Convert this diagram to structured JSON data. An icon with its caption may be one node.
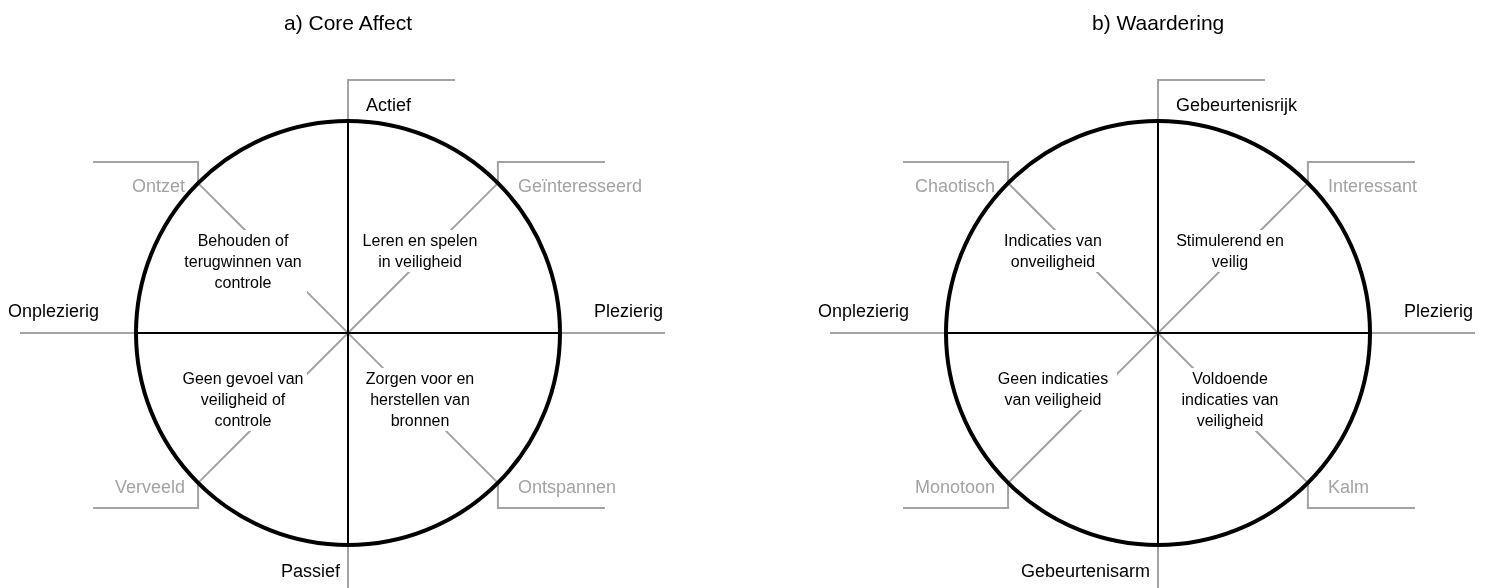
{
  "diagram": {
    "labels": [
      "a) Core Affect",
      "Actief",
      "Ontzet",
      "Geïnteresseerd",
      "Behouden of terugwinnen van controle",
      "Leren en spelen in veiligheid",
      "Onplezierig",
      "Plezierig",
      "Geen gevoel van veiligheid of controle",
      "Zorgen voor en herstellen van bronnen",
      "Verveeld",
      "Ontspannen",
      "Passief",
      "b) Waardering",
      "Gebeurtenisrijk",
      "Chaotisch",
      "Interessant",
      "Indicaties van onveiligheid",
      "Stimulerend en veilig",
      "Onplezierig",
      "Plezierig",
      "Geen indicaties van veiligheid",
      "Voldoende indicaties van veiligheid",
      "Monotoon",
      "Kalm",
      "Gebeurtenisarm"
    ]
  }
}
